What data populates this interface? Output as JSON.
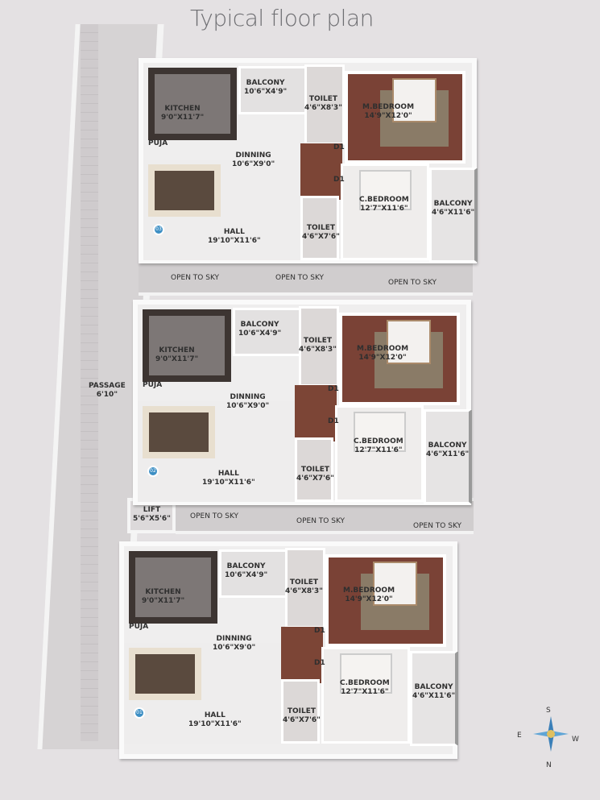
{
  "title": "Typical floor plan",
  "passage": {
    "label": "PASSAGE",
    "size": "6'10\""
  },
  "lift": {
    "label": "LIFT",
    "size": "5'6\"X5'6\""
  },
  "open_to_sky": "OPEN TO SKY",
  "units": [
    {
      "number": "03",
      "kitchen": "KITCHEN",
      "kitchen_size": "9'0\"X11'7\"",
      "balcony": "BALCONY",
      "balcony_size": "10'6\"X4'9\"",
      "toilet1": "TOILET",
      "toilet1_size": "4'6\"X8'3\"",
      "mbed": "M.BEDROOM",
      "mbed_size": "14'9\"X12'0\"",
      "puja": "PUJA",
      "dining": "DINNING",
      "dining_size": "10'6\"X9'0\"",
      "hall": "HALL",
      "hall_size": "19'10\"X11'6\"",
      "cbed": "C.BEDROOM",
      "cbed_size": "12'7\"X11'6\"",
      "balcony2": "BALCONY",
      "balcony2_size": "4'6\"X11'6\"",
      "toilet2": "TOILET",
      "toilet2_size": "4'6\"X7'6\"",
      "door": "D1"
    },
    {
      "number": "02",
      "kitchen": "KITCHEN",
      "kitchen_size": "9'0\"X11'7\"",
      "balcony": "BALCONY",
      "balcony_size": "10'6\"X4'9\"",
      "toilet1": "TOILET",
      "toilet1_size": "4'6\"X8'3\"",
      "mbed": "M.BEDROOM",
      "mbed_size": "14'9\"X12'0\"",
      "puja": "PUJA",
      "dining": "DINNING",
      "dining_size": "10'6\"X9'0\"",
      "hall": "HALL",
      "hall_size": "19'10\"X11'6\"",
      "cbed": "C.BEDROOM",
      "cbed_size": "12'7\"X11'6\"",
      "balcony2": "BALCONY",
      "balcony2_size": "4'6\"X11'6\"",
      "toilet2": "TOILET",
      "toilet2_size": "4'6\"X7'6\"",
      "door": "D1"
    },
    {
      "number": "01",
      "kitchen": "KITCHEN",
      "kitchen_size": "9'0\"X11'7\"",
      "balcony": "BALCONY",
      "balcony_size": "10'6\"X4'9\"",
      "toilet1": "TOILET",
      "toilet1_size": "4'6\"X8'3\"",
      "mbed": "M.BEDROOM",
      "mbed_size": "14'9\"X12'0\"",
      "puja": "PUJA",
      "dining": "DINNING",
      "dining_size": "10'6\"X9'0\"",
      "hall": "HALL",
      "hall_size": "19'10\"X11'6\"",
      "cbed": "C.BEDROOM",
      "cbed_size": "12'7\"X11'6\"",
      "balcony2": "BALCONY",
      "balcony2_size": "4'6\"X11'6\"",
      "toilet2": "TOILET",
      "toilet2_size": "4'6\"X7'6\"",
      "door": "D1"
    }
  ],
  "compass": {
    "n": "N",
    "s": "S",
    "e": "E",
    "w": "W",
    "color": "#3a7fb8"
  }
}
